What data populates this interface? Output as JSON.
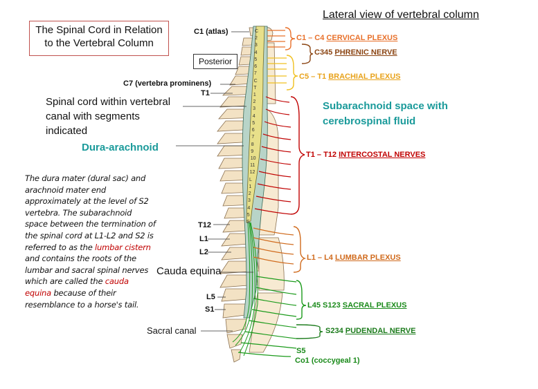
{
  "title": "The Spinal Cord in Relation to the Vertebral Column",
  "header": "Lateral view of vertebral column",
  "posterior": "Posterior",
  "vertebrae_labels": {
    "c1": "C1 (atlas)",
    "c7": "C7 (vertebra prominens)",
    "t1": "T1",
    "t12": "T12",
    "l1": "L1",
    "l2": "L2",
    "l5": "L5",
    "s1": "S1"
  },
  "left_labels": {
    "spinal_cord": "Spinal cord within vertebral canal with segments indicated",
    "dura": "Dura-arachnoid",
    "cauda": "Cauda equina",
    "sacral_canal": "Sacral canal"
  },
  "subarachnoid": "Subarachnoid space with cerebrospinal fluid",
  "note": {
    "part1": "The dura mater (dural sac) and arachnoid mater end approximately at the level of S2 vertebra. The subarachnoid space between the termination of the spinal cord at L1-L2 and S2 is referred to as the ",
    "lumbar_cistern": "lumbar cistern",
    "part2": " and contains the roots of the lumbar and sacral spinal nerves which are called the ",
    "cauda_equina": "cauda equina",
    "part3": " because of their resemblance to a horse's tail."
  },
  "plexuses": {
    "cervical": {
      "range": "C1 – C4",
      "name": "CERVICAL PLEXUS",
      "color": "#e8702a"
    },
    "phrenic": {
      "range": "C345",
      "name": "PHRENIC NERVE",
      "color": "#8b4513"
    },
    "brachial": {
      "range": "C5 – T1",
      "name": "BRACHIAL PLEXUS",
      "color": "#e8a21a"
    },
    "intercostal": {
      "range": "T1 – T12",
      "name": "INTERCOSTAL NERVES",
      "color": "#c00000"
    },
    "lumbar": {
      "range": "L1 – L4",
      "name": "LUMBAR PLEXUS",
      "color": "#d06a1c"
    },
    "sacral": {
      "range": "L45 S123",
      "name": "SACRAL PLEXUS",
      "color": "#1a8a1a"
    },
    "pudendal": {
      "range": "S234",
      "name": "PUDENDAL NERVE",
      "color": "#1a7a1a"
    },
    "s5": {
      "range": "S5"
    },
    "coccygeal": {
      "range": "Co1 (coccygeal 1)"
    }
  },
  "cord_segments": [
    "C",
    "2",
    "3",
    "4",
    "5",
    "6",
    "7",
    "C",
    "T",
    "1",
    "2",
    "3",
    "4",
    "5",
    "6",
    "7",
    "8",
    "9",
    "10",
    "11",
    "12",
    "L",
    "1",
    "2",
    "3",
    "4",
    "5",
    "S"
  ],
  "colors": {
    "title_border": "#c0504d",
    "teal": "#1a9a9a",
    "cord": "#e8e08a",
    "bone": "#f5e6c8",
    "red_text": "#c00000"
  }
}
